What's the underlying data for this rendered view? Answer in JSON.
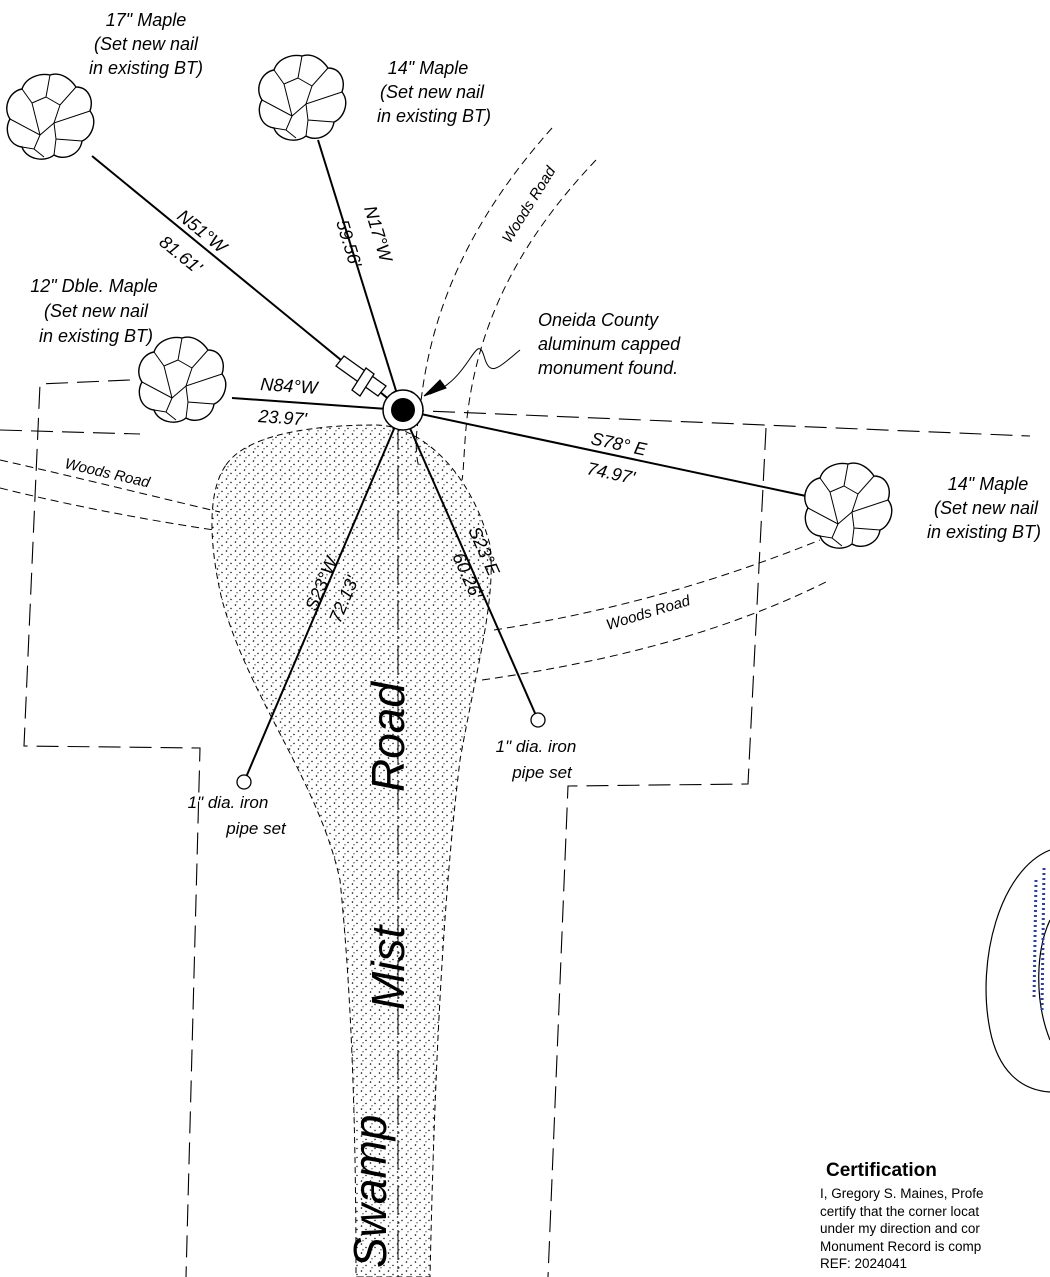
{
  "trees": {
    "t17": [
      "17\" Maple",
      "(Set new nail",
      "in existing BT)"
    ],
    "t14a": [
      "14\" Maple",
      "(Set new nail",
      "in existing BT)"
    ],
    "t12": [
      "12\" Dble. Maple",
      "(Set new nail",
      "in existing BT)"
    ],
    "t14b": [
      "14\" Maple",
      "(Set new nail",
      "in existing BT)"
    ]
  },
  "bearings": {
    "b1": {
      "bearing": "N51°W",
      "distance": "81.61'"
    },
    "b2": {
      "bearing": "N17°W",
      "distance": "59.56'"
    },
    "b3": {
      "bearing": "N84°W",
      "distance": "23.97'"
    },
    "b4": {
      "bearing": "S78° E",
      "distance": "74.97'"
    },
    "b5": {
      "bearing": "S23°W",
      "distance": "72.13'"
    },
    "b6": {
      "bearing": "S23°E",
      "distance": "60.26'"
    }
  },
  "monument": [
    "Oneida County",
    "aluminum capped",
    "monument found."
  ],
  "woods_road": "Woods Road",
  "road_name": {
    "w1": "Swamp",
    "w2": "Mist",
    "w3": "Road"
  },
  "pipe_left": [
    "1\" dia. iron",
    "pipe set"
  ],
  "pipe_right": [
    "1\" dia. iron",
    "pipe set"
  ],
  "certification": {
    "title": "Certification",
    "lines": [
      "I, Gregory S. Maines, Profe",
      "certify that the corner locat",
      "under my direction and cor",
      "Monument Record is comp",
      "REF: 2024041"
    ]
  },
  "colors": {
    "ink": "#000000",
    "seal_blue": "#2b3fa8"
  }
}
